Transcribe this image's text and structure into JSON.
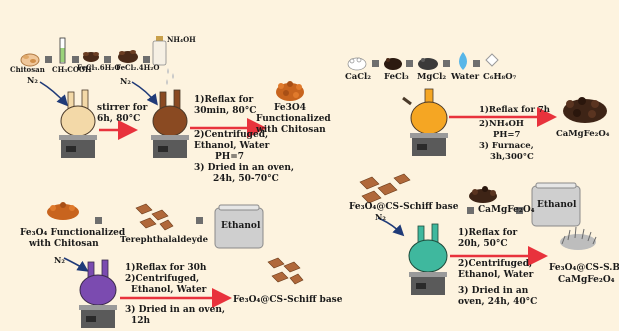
{
  "panel1": {
    "reagents": {
      "chitosan": "Chitosan",
      "ch3cooh": "CH₃COOH",
      "fecl3": "FeCl₃.6H₂O",
      "fecl2": "FeCl₂.4H₂O",
      "nh4oh": "NH₄OH"
    },
    "n2_label_a": "N₂",
    "n2_label_b": "N₂",
    "stirrer_line1": "stirrer for",
    "stirrer_line2": "6h, 80°C",
    "steps": [
      "1)Reflax for",
      "30min, 80°C",
      "2)Centrifuged,",
      "Ethanol, Water",
      "PH=7",
      "3) Dried in an oven,",
      "24h, 50-70°C"
    ],
    "product_line1": "Fe3O4",
    "product_line2": "Functionalized",
    "product_line3": "with Chitosan"
  },
  "panel2": {
    "reagents": {
      "cacl2": "CaCl₂",
      "fecl3": "FeCl₃",
      "mgcl2": "MgCl₂",
      "water": "Water",
      "citric": "C₆H₈O₇"
    },
    "steps": [
      "1)Reflax for 7h",
      "2)NH₄OH",
      "PH=7",
      "3) Furnace,",
      "3h,300°C"
    ],
    "product": "CaMgFe₂O₄"
  },
  "panel3": {
    "reactant1_line1": "Fe₃O₄ Functionalized",
    "reactant1_line2": "with Chitosan",
    "reactant2": "Terephthalaldeyde",
    "solvent": "Ethanol",
    "n2_label": "N₂",
    "steps": [
      "1)Reflax for 30h",
      "2)Centrifuged,",
      "Ethanol, Water",
      "3) Dried in an oven,",
      "12h"
    ],
    "product": "Fe₃O₄@CS-Schiff base"
  },
  "panel4": {
    "reactant1": "Fe₃O₄@CS-Schiff base",
    "reactant2": "CaMgFe₂O₄",
    "solvent": "Ethanol",
    "n2_label": "N₂",
    "steps": [
      "1)Reflax for",
      "20h, 50°C",
      "2)Centrifuged,",
      "Ethanol, Water",
      "3) Dried in an",
      "oven, 24h, 40°C"
    ],
    "product_line1": "Fe₃O₄@CS-S.B",
    "product_line2": "CaMgFe₂O₄"
  },
  "colors": {
    "background": "#fdf3df",
    "arrow": "#e8323c",
    "flask_brown": "#8a4a22",
    "flask_orange": "#f5a623",
    "flask_purple": "#7b4bb0",
    "flask_teal": "#3fb89e",
    "particles_dark": "#4a2a18",
    "particles_orange": "#c8641e",
    "plus_box": "#6e6e6e"
  },
  "icons": [
    "flask-icon",
    "hotplate-icon",
    "bottle-icon",
    "particle-pile-icon",
    "n2-gas-arrow-icon",
    "plus-icon",
    "red-arrow-icon"
  ]
}
